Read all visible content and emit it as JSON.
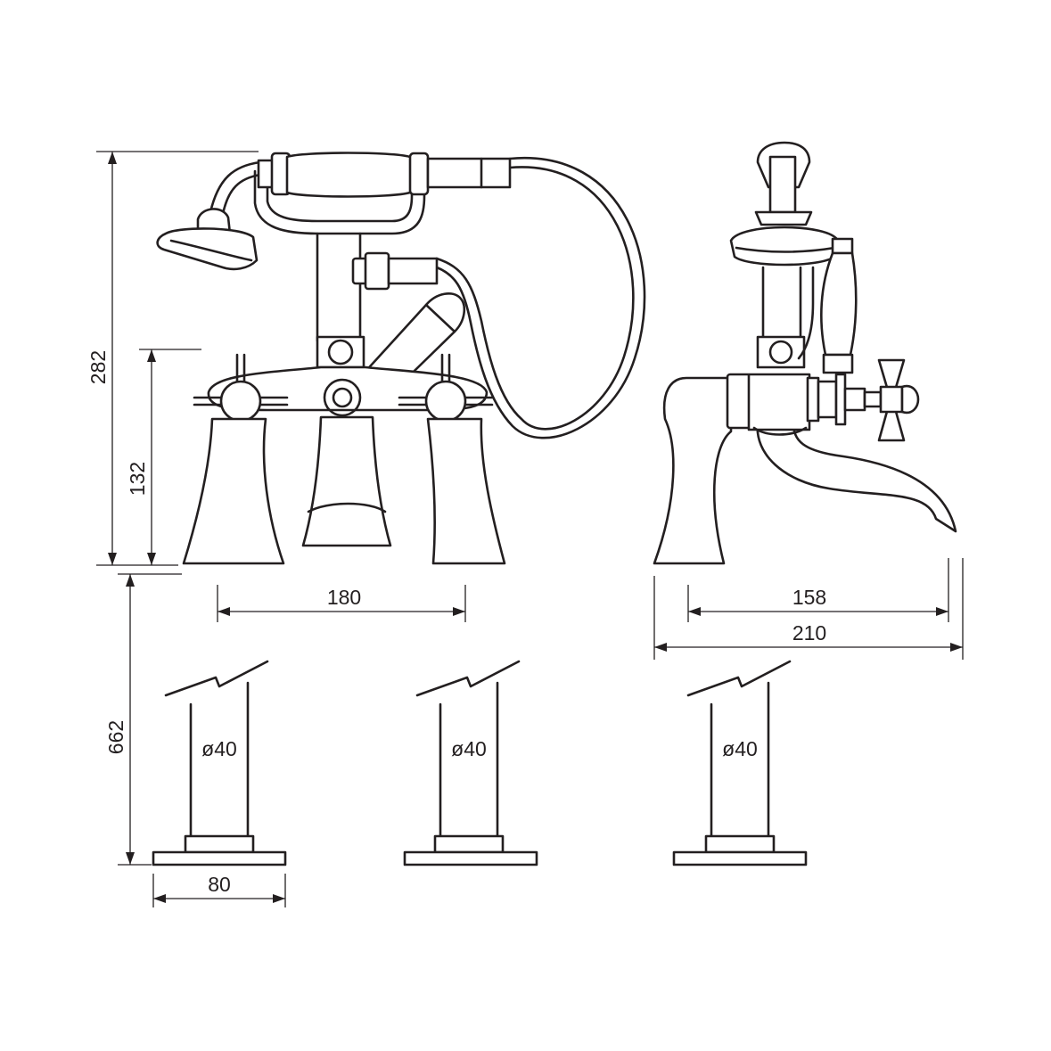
{
  "dimensions": {
    "overall_height": "282",
    "handle_height": "132",
    "centres": "180",
    "projection": "158",
    "depth": "210",
    "leg_height": "662",
    "base_width": "80",
    "leg_1_diameter": "ø40",
    "leg_2_diameter": "ø40",
    "leg_3_diameter": "ø40"
  },
  "colors": {
    "line": "#231f20",
    "background": "#ffffff"
  }
}
